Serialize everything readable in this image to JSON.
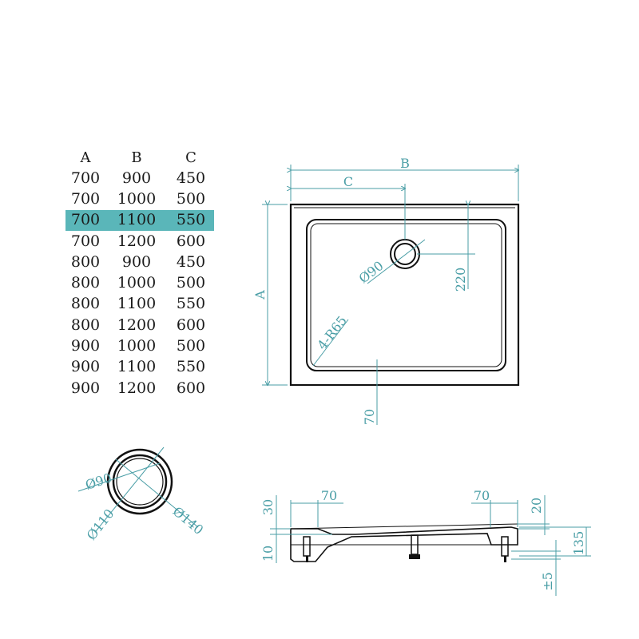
{
  "table": {
    "headers": [
      "A",
      "B",
      "C"
    ],
    "rows": [
      [
        "700",
        "900",
        "450"
      ],
      [
        "700",
        "1000",
        "500"
      ],
      [
        "700",
        "1100",
        "550"
      ],
      [
        "700",
        "1200",
        "600"
      ],
      [
        "800",
        "900",
        "450"
      ],
      [
        "800",
        "1000",
        "500"
      ],
      [
        "800",
        "1100",
        "550"
      ],
      [
        "800",
        "1200",
        "600"
      ],
      [
        "900",
        "1000",
        "500"
      ],
      [
        "900",
        "1100",
        "550"
      ],
      [
        "900",
        "1200",
        "600"
      ]
    ],
    "highlighted_row": 2,
    "highlight_color": "#5ab6b9"
  },
  "top_view": {
    "label_b": "B",
    "label_c": "C",
    "label_a": "A",
    "drain_diameter": "Ø90",
    "corner_radius": "4-R65",
    "drain_offset": "220",
    "edge_offset": "70"
  },
  "drain_detail": {
    "inner": "Ø90",
    "middle": "Ø110",
    "outer": "Ø140"
  },
  "side_view": {
    "left_width": "70",
    "right_width": "70",
    "left_top": "30",
    "left_bottom": "10",
    "right_top": "20",
    "height": "135",
    "adjust": "±5"
  },
  "colors": {
    "dimension": "#4a9ea6",
    "outline": "#111111"
  }
}
